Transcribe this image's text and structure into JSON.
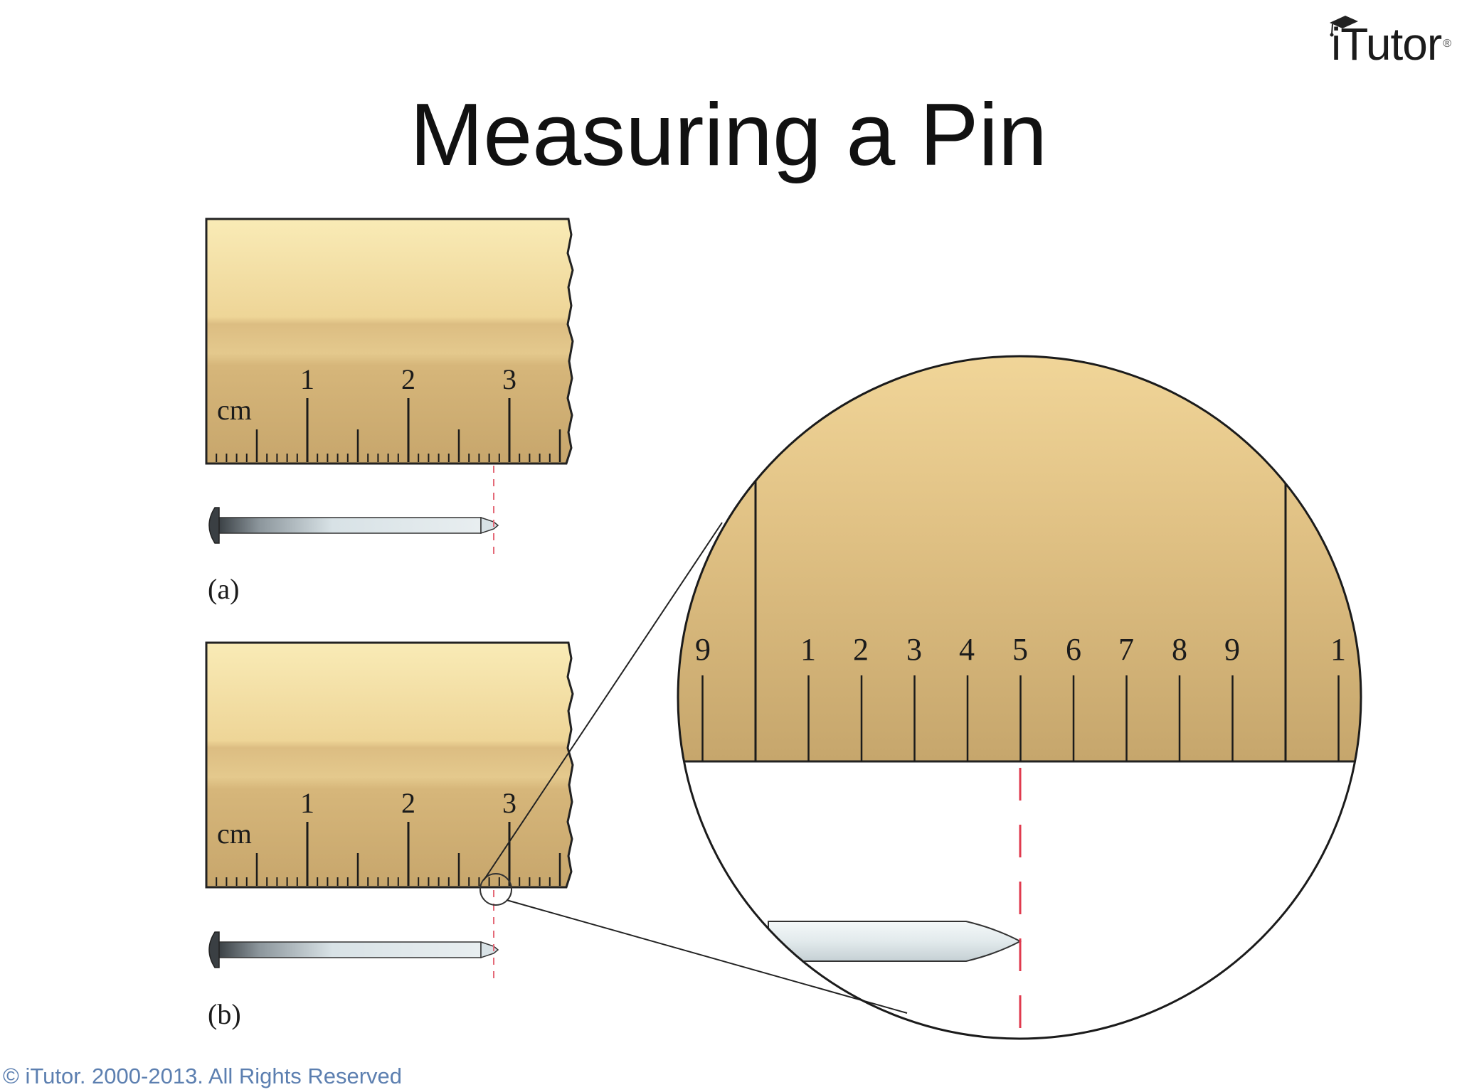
{
  "title": "Measuring a Pin",
  "logo": {
    "text": "iTutor",
    "mark": "®"
  },
  "copyright": "© iTutor. 2000-2013. All Rights Reserved",
  "figure": {
    "unit_label": "cm",
    "ruler_numbers": [
      "1",
      "2",
      "3"
    ],
    "caption_a": "(a)",
    "caption_b": "(b)",
    "zoom_numbers": [
      "9",
      "1",
      "2",
      "3",
      "4",
      "5",
      "6",
      "7",
      "8",
      "9",
      "1"
    ]
  },
  "colors": {
    "ruler_light": "#f6e3a8",
    "ruler_dark": "#c9aa6e",
    "measure_line": "#e03a4e",
    "copyright": "#5c7fb0"
  }
}
